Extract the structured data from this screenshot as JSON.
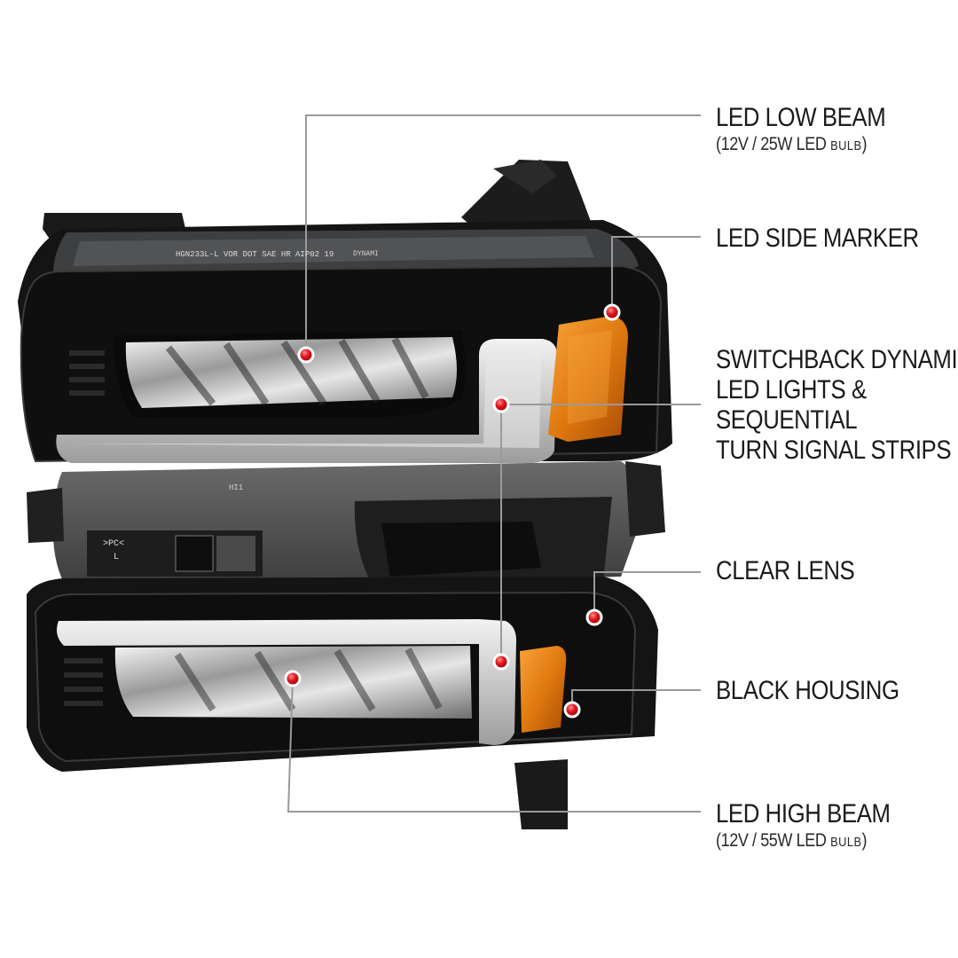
{
  "callouts": {
    "low_beam": {
      "title": "LED LOW BEAM",
      "sub_open": "(",
      "sub_main": "12V / 25W LED",
      "sub_small": "BULB",
      "sub_close": ")"
    },
    "side_marker": {
      "title": "LED SIDE MARKER"
    },
    "switchback": {
      "line1": "SWITCHBACK DYNAMIC",
      "line2": "LED LIGHTS &",
      "line3": "SEQUENTIAL",
      "line4": "TURN SIGNAL STRIPS"
    },
    "clear_lens": {
      "title": "CLEAR LENS"
    },
    "black_housing": {
      "title": "BLACK HOUSING"
    },
    "high_beam": {
      "title": "LED HIGH BEAM",
      "sub_open": "(",
      "sub_main": "12V / 55W LED",
      "sub_small": "BULB",
      "sub_close": ")"
    }
  },
  "product_markings": {
    "top_lens_text": "HGN233L-L VOR DOT SAE HR AIP02 19",
    "brand_text": "DYNAMI",
    "housing_code": "HI1",
    "material_code": ">PC<",
    "side_code": "L"
  },
  "colors": {
    "housing": "#151515",
    "amber": "#e07a10",
    "marker_dot": "#d8161b",
    "leader_line": "#9a9a9a"
  }
}
